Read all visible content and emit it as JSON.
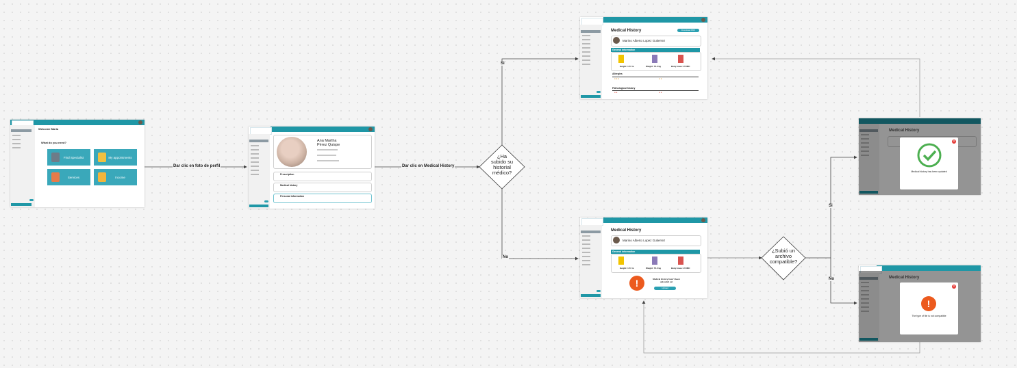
{
  "edges": {
    "e1": "Dar clic en foto de perfil",
    "e2": "Dar clic en Medical History",
    "yes_top": "Si",
    "no_bottom": "No",
    "yes_right": "Si",
    "no_right": "No"
  },
  "decisions": {
    "d1": [
      "¿Ha",
      "subido su",
      "historial",
      "médico?"
    ],
    "d2": [
      "¿Subió un",
      "archivo",
      "compatible?"
    ]
  },
  "home": {
    "title": "Welcome Maria",
    "question": "What do you need?",
    "tiles": [
      "Find Specialist",
      "My appointments",
      "Services",
      "Income"
    ]
  },
  "profile": {
    "name_line1": "Ana Martha",
    "name_line2": "Pérez Quispe",
    "sections": [
      "Prescription",
      "Medical history",
      "Personal information"
    ]
  },
  "history": {
    "title": "Medical History",
    "download": "Download PDF",
    "patient": "Marino Alberto Lopez Gutierrez",
    "general": "General information",
    "height": "Height: 1.72 m",
    "weight": "Weight: 70.2 kg",
    "bmi": "Body mass: 23 IMC",
    "allergies": "Allergies",
    "pathological": "Pathological history",
    "notice": "Medical History hasn't been uploaded yet",
    "upload": "Upload"
  },
  "modals": {
    "success": "Medical history has been updated",
    "error": "The type of file is not compatible"
  },
  "colors": {
    "teal": "#1f97a6",
    "orange": "#ec5a1e",
    "green": "#4caf50",
    "red": "#e53935"
  }
}
